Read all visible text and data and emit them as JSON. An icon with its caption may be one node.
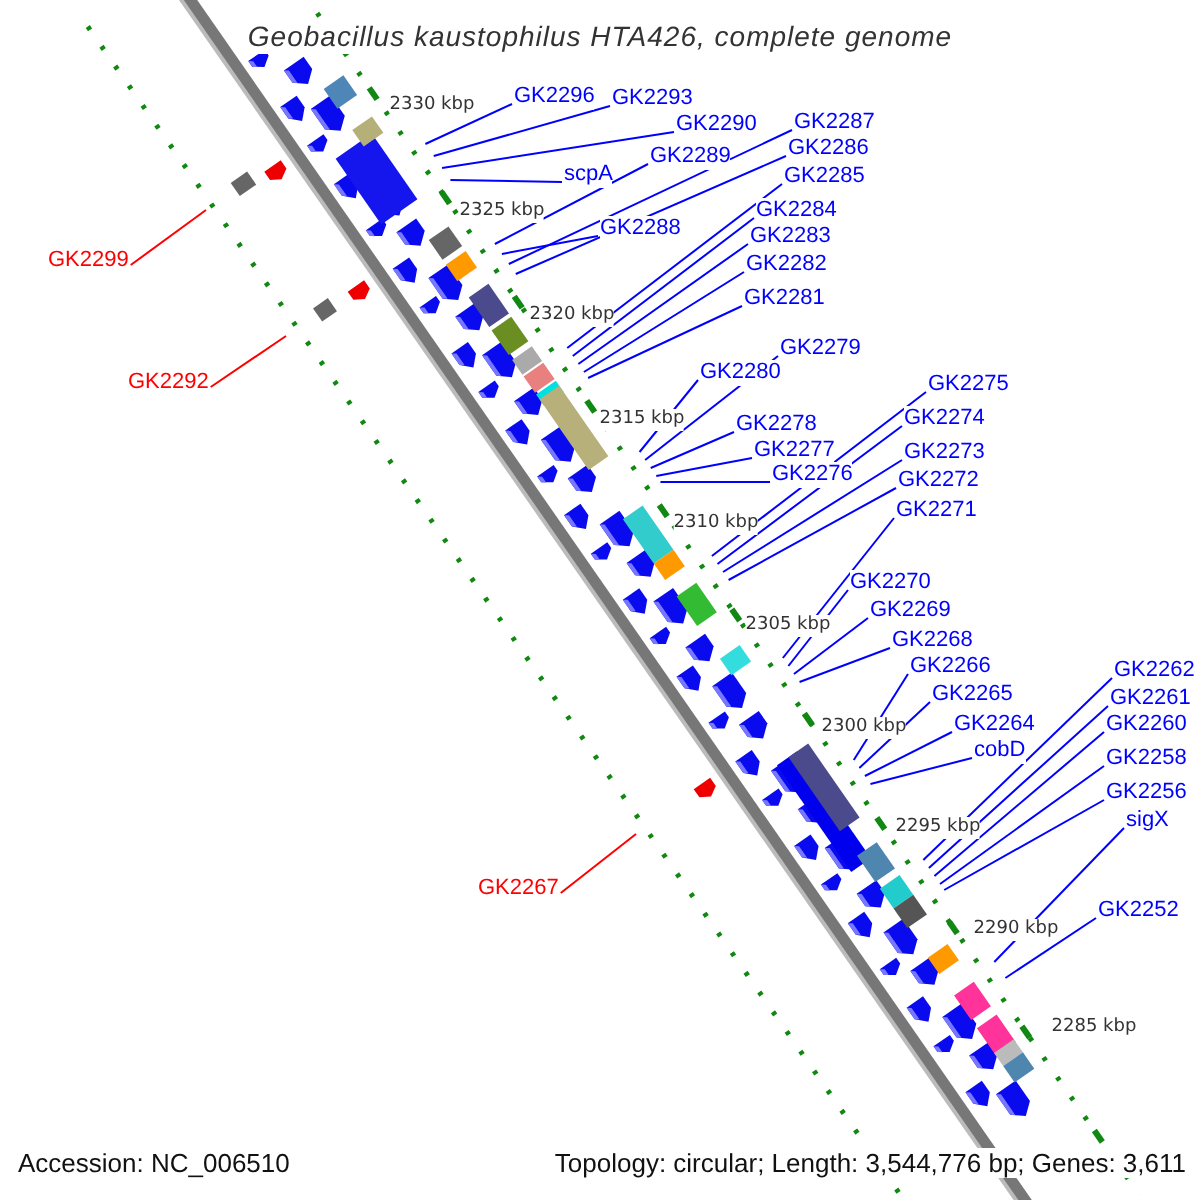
{
  "diagram": {
    "title": "Geobacillus kaustophilus HTA426, complete genome",
    "nodes": [
      {
        "text": [
          "GK2296"
        ]
      },
      {
        "text": [
          "GK2293"
        ]
      },
      {
        "text": [
          "GK2290"
        ]
      },
      {
        "text": [
          "GK2287"
        ]
      },
      {
        "text": [
          "GK2286"
        ]
      },
      {
        "text": [
          "GK2289"
        ]
      },
      {
        "text": [
          "scpA"
        ]
      },
      {
        "text": [
          "GK2285"
        ]
      },
      {
        "text": [
          "GK2284"
        ]
      },
      {
        "text": [
          "GK2288"
        ]
      },
      {
        "text": [
          "GK2283"
        ]
      },
      {
        "text": [
          "GK2299"
        ]
      },
      {
        "text": [
          "GK2282"
        ]
      },
      {
        "text": [
          "GK2281"
        ]
      },
      {
        "text": [
          "GK2279"
        ]
      },
      {
        "text": [
          "GK2280"
        ]
      },
      {
        "text": [
          "GK2292"
        ]
      },
      {
        "text": [
          "GK2275"
        ]
      },
      {
        "text": [
          "GK2274"
        ]
      },
      {
        "text": [
          "GK2278"
        ]
      },
      {
        "text": [
          "GK2277"
        ]
      },
      {
        "text": [
          "GK2273"
        ]
      },
      {
        "text": [
          "GK2276"
        ]
      },
      {
        "text": [
          "GK2272"
        ]
      },
      {
        "text": [
          "GK2271"
        ]
      },
      {
        "text": [
          "GK2270"
        ]
      },
      {
        "text": [
          "GK2269"
        ]
      },
      {
        "text": [
          "GK2268"
        ]
      },
      {
        "text": [
          "GK2266"
        ]
      },
      {
        "text": [
          "GK2262"
        ]
      },
      {
        "text": [
          "GK2265"
        ]
      },
      {
        "text": [
          "GK2261"
        ]
      },
      {
        "text": [
          "GK2264"
        ]
      },
      {
        "text": [
          "GK2260"
        ]
      },
      {
        "text": [
          "cobD"
        ]
      },
      {
        "text": [
          "GK2258"
        ]
      },
      {
        "text": [
          "GK2256"
        ]
      },
      {
        "text": [
          "sigX"
        ]
      },
      {
        "text": [
          "GK2267"
        ]
      },
      {
        "text": [
          "GK2252"
        ]
      }
    ],
    "edges": [
      {
        "from": 0,
        "to": null,
        "arrow": "none"
      },
      {
        "from": 1,
        "to": null,
        "arrow": "none"
      },
      {
        "from": 2,
        "to": null,
        "arrow": "none"
      },
      {
        "from": 3,
        "to": null,
        "arrow": "none"
      },
      {
        "from": 4,
        "to": null,
        "arrow": "none"
      },
      {
        "from": 5,
        "to": null,
        "arrow": "none"
      },
      {
        "from": 6,
        "to": null,
        "arrow": "none"
      },
      {
        "from": 7,
        "to": null,
        "arrow": "none"
      },
      {
        "from": 8,
        "to": null,
        "arrow": "none"
      },
      {
        "from": 9,
        "to": null,
        "arrow": "none"
      },
      {
        "from": 10,
        "to": null,
        "arrow": "none"
      },
      {
        "from": 11,
        "to": null,
        "arrow": "none",
        "color": "#ff0000"
      },
      {
        "from": 12,
        "to": null,
        "arrow": "none"
      },
      {
        "from": 13,
        "to": null,
        "arrow": "none"
      },
      {
        "from": 14,
        "to": null,
        "arrow": "none"
      },
      {
        "from": 15,
        "to": null,
        "arrow": "none"
      },
      {
        "from": 16,
        "to": null,
        "arrow": "none",
        "color": "#ff0000"
      },
      {
        "from": 17,
        "to": null,
        "arrow": "none"
      },
      {
        "from": 18,
        "to": null,
        "arrow": "none"
      },
      {
        "from": 19,
        "to": null,
        "arrow": "none"
      },
      {
        "from": 20,
        "to": null,
        "arrow": "none"
      },
      {
        "from": 21,
        "to": null,
        "arrow": "none"
      },
      {
        "from": 22,
        "to": null,
        "arrow": "none"
      },
      {
        "from": 23,
        "to": null,
        "arrow": "none"
      },
      {
        "from": 24,
        "to": null,
        "arrow": "none"
      },
      {
        "from": 25,
        "to": null,
        "arrow": "none"
      },
      {
        "from": 26,
        "to": null,
        "arrow": "none"
      },
      {
        "from": 27,
        "to": null,
        "arrow": "none"
      },
      {
        "from": 28,
        "to": null,
        "arrow": "none"
      },
      {
        "from": 29,
        "to": null,
        "arrow": "none"
      },
      {
        "from": 30,
        "to": null,
        "arrow": "none"
      },
      {
        "from": 31,
        "to": null,
        "arrow": "none"
      },
      {
        "from": 32,
        "to": null,
        "arrow": "none"
      },
      {
        "from": 33,
        "to": null,
        "arrow": "none"
      },
      {
        "from": 34,
        "to": null,
        "arrow": "none"
      },
      {
        "from": 35,
        "to": null,
        "arrow": "none"
      },
      {
        "from": 36,
        "to": null,
        "arrow": "none"
      },
      {
        "from": 37,
        "to": null,
        "arrow": "none"
      },
      {
        "from": 38,
        "to": null,
        "arrow": "none",
        "color": "#ff0000"
      },
      {
        "from": 39,
        "to": null,
        "arrow": "none"
      }
    ],
    "labels": [
      "2330 kbp",
      "2325 kbp",
      "2320 kbp",
      "2315 kbp",
      "2310 kbp",
      "2305 kbp",
      "2300 kbp",
      "2295 kbp",
      "2290 kbp",
      "2285 kbp",
      "Accession: NC_006510",
      "Topology: circular; Length: 3,544,776 bp; Genes: 3,611"
    ]
  }
}
